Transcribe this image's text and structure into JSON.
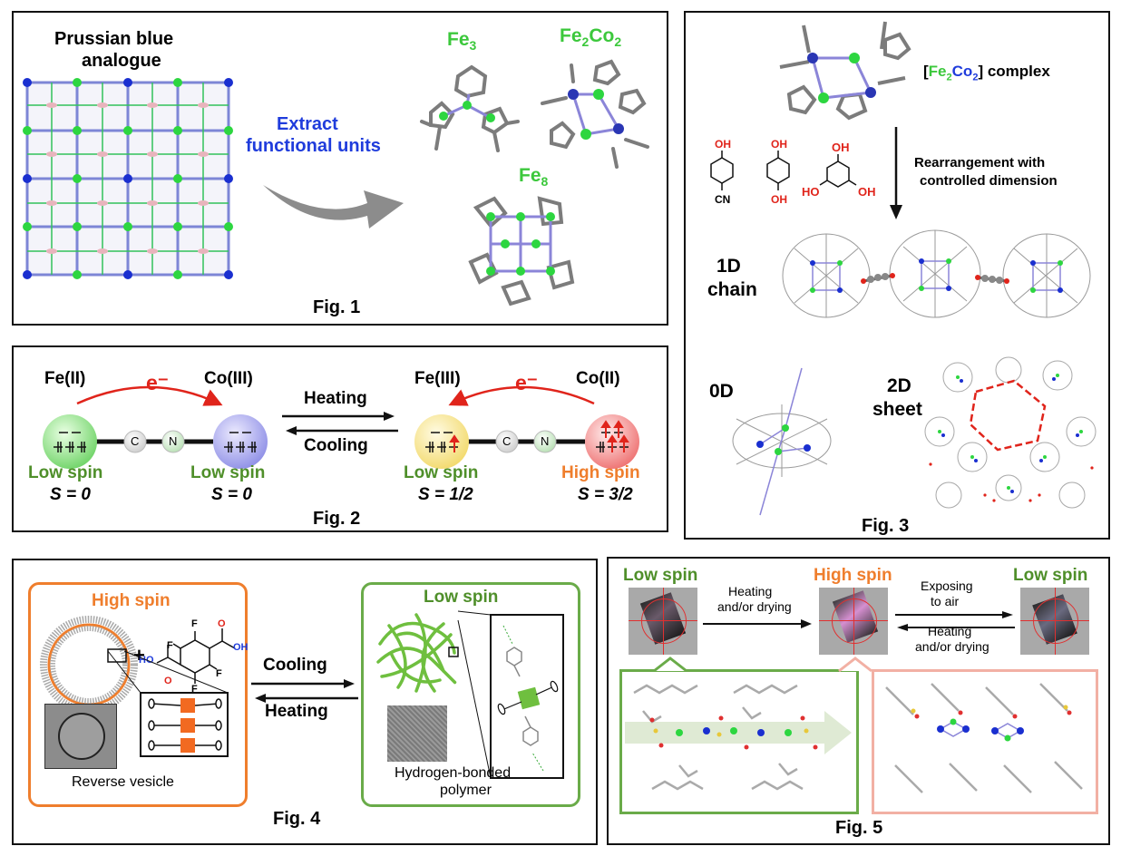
{
  "fig1": {
    "caption": "Fig. 1",
    "pba_label_line1": "Prussian blue",
    "pba_label_line2": "analogue",
    "extract_line1": "Extract",
    "extract_line2": "functional units",
    "fe3": "Fe",
    "fe3_sub": "3",
    "fe2co2_fe": "Fe",
    "fe2co2_fe_sub": "2",
    "fe2co2_co": "Co",
    "fe2co2_co_sub": "2",
    "fe8": "Fe",
    "fe8_sub": "8"
  },
  "fig2": {
    "caption": "Fig. 2",
    "left_metal1": "Fe(II)",
    "left_metal2": "Co(III)",
    "right_metal1": "Fe(III)",
    "right_metal2": "Co(II)",
    "electron": "e⁻",
    "heating": "Heating",
    "cooling": "Cooling",
    "c_atom": "C",
    "n_atom": "N",
    "low_spin": "Low spin",
    "high_spin": "High spin",
    "s_left1": "S = 0",
    "s_left2": "S = 0",
    "s_right1": "S = 1/2",
    "s_right2": "S = 3/2"
  },
  "fig3": {
    "caption": "Fig. 3",
    "complex_open": "[",
    "complex_fe": "Fe",
    "complex_fe_sub": "2",
    "complex_co": "Co",
    "complex_co_sub": "2",
    "complex_close": "] complex",
    "rearr_line1": "Rearrangement with",
    "rearr_line2": "controlled dimension",
    "oh": "OH",
    "cn": "CN",
    "ho": "HO",
    "chain_line1": "1D",
    "chain_line2": "chain",
    "zero_d": "0D",
    "sheet_line1": "2D",
    "sheet_line2": "sheet"
  },
  "fig4": {
    "caption": "Fig. 4",
    "high_spin": "High spin",
    "low_spin": "Low spin",
    "plus": "+",
    "cooling": "Cooling",
    "heating": "Heating",
    "vesicle": "Reverse vesicle",
    "polymer_line1": "Hydrogen-bonded",
    "polymer_line2": "polymer",
    "f": "F",
    "ho": "HO",
    "oh": "OH",
    "o": "O"
  },
  "fig5": {
    "caption": "Fig. 5",
    "low_spin_left": "Low spin",
    "high_spin": "High spin",
    "low_spin_right": "Low spin",
    "heat_dry_line1": "Heating",
    "heat_dry_line2": "and/or drying",
    "expose_line1": "Exposing",
    "expose_line2": "to air",
    "heat_dry2_line1": "Heating",
    "heat_dry2_line2": "and/or drying"
  },
  "colors": {
    "fe_green": "#3cc83c",
    "co_blue": "#1f3cdc",
    "low_spin_green": "#4f8f2a",
    "high_spin_orange": "#ef7e2d",
    "electron_red": "#e0241b",
    "arrow_gray": "#8c8c8c"
  }
}
